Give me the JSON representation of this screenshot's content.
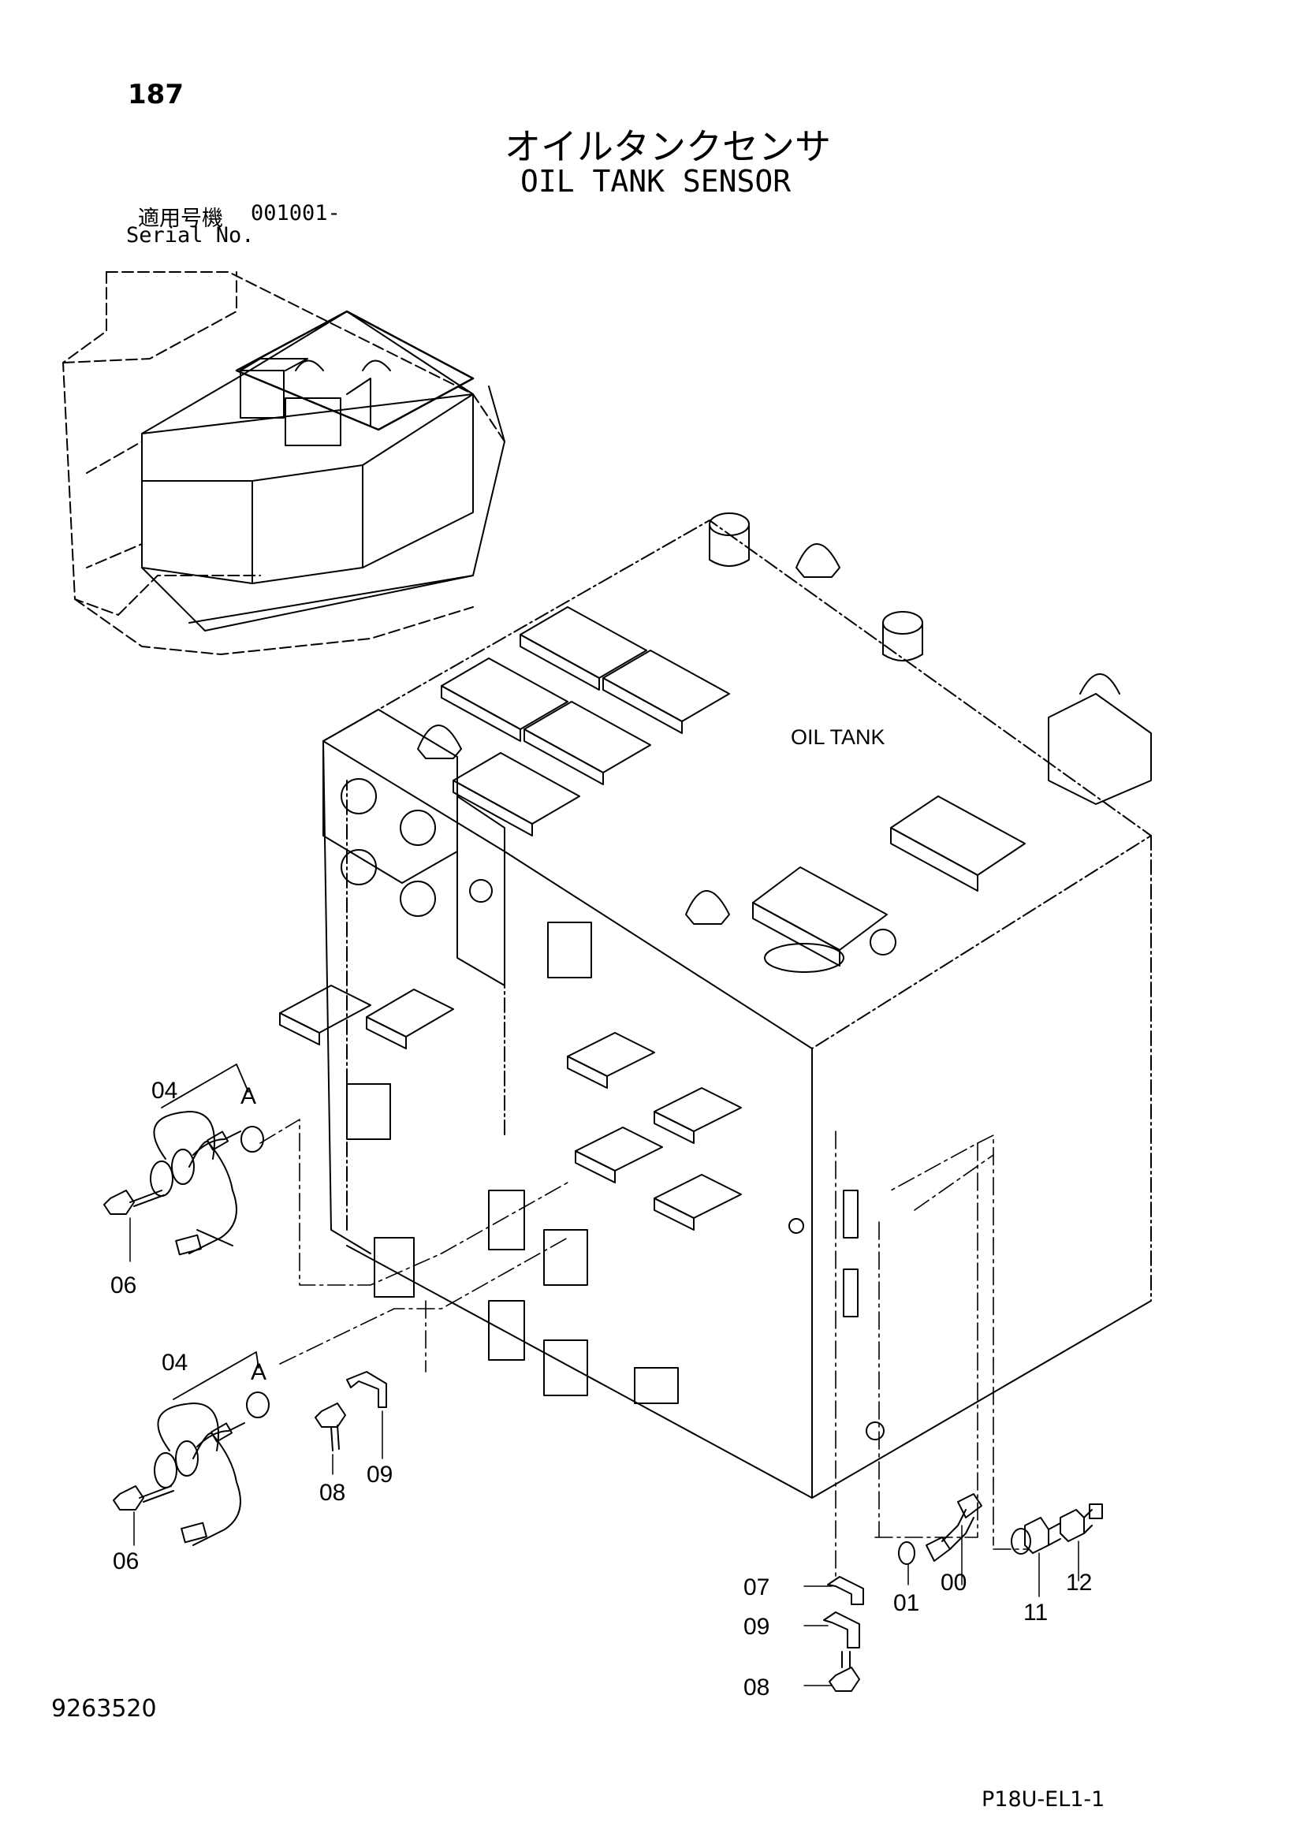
{
  "page": {
    "number": "187",
    "title_jp": "オイルタンクセンサ",
    "title_en": "OIL TANK SENSOR",
    "serial_label_jp": "適用号機",
    "serial_value": "001001-",
    "serial_label_en": "Serial No.",
    "doc_number": "9263520",
    "page_code": "P18U-EL1-1"
  },
  "diagram": {
    "tank_label": "OIL TANK",
    "part_labels": [
      "04",
      "A",
      "06",
      "04",
      "A",
      "06",
      "08",
      "09",
      "07",
      "09",
      "08",
      "01",
      "00",
      "11",
      "12"
    ]
  }
}
